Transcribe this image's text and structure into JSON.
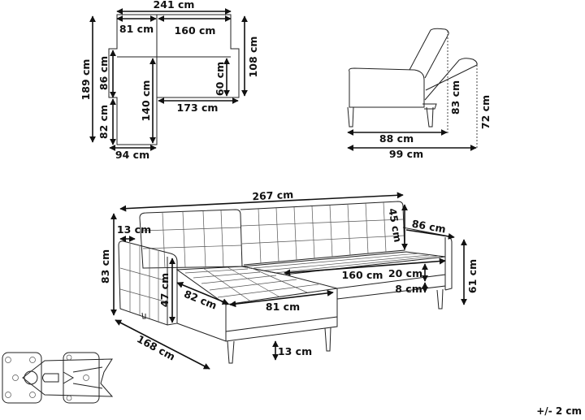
{
  "top_view": {
    "total_width": "241 cm",
    "chaise_width": "81 cm",
    "main_seat_width": "160 cm",
    "total_depth": "189 cm",
    "armrest_section_depth": "86 cm",
    "chaise_extension_depth": "82 cm",
    "chaise_inner_length": "140 cm",
    "seat_depth_inner": "60 cm",
    "main_body_depth": "108 cm",
    "main_body_length": "173 cm",
    "chaise_base_width": "94 cm"
  },
  "side_view": {
    "seat_depth": "88 cm",
    "reclined_depth": "99 cm",
    "backrest_upright_height": "83 cm",
    "backrest_reclined_height": "72 cm"
  },
  "perspective_view": {
    "total_length": "267 cm",
    "armrest_width": "13 cm",
    "total_height": "83 cm",
    "backrest_height": "45 cm",
    "side_depth": "86 cm",
    "armrest_height": "47 cm",
    "chaise_depth": "82 cm",
    "chaise_width": "81 cm",
    "seat_width": "160 cm",
    "cushion_height": "20 cm",
    "base_height": "8 cm",
    "seat_height": "61 cm",
    "chaise_length": "168 cm",
    "leg_height": "13 cm"
  },
  "tolerance": "+/- 2 cm"
}
